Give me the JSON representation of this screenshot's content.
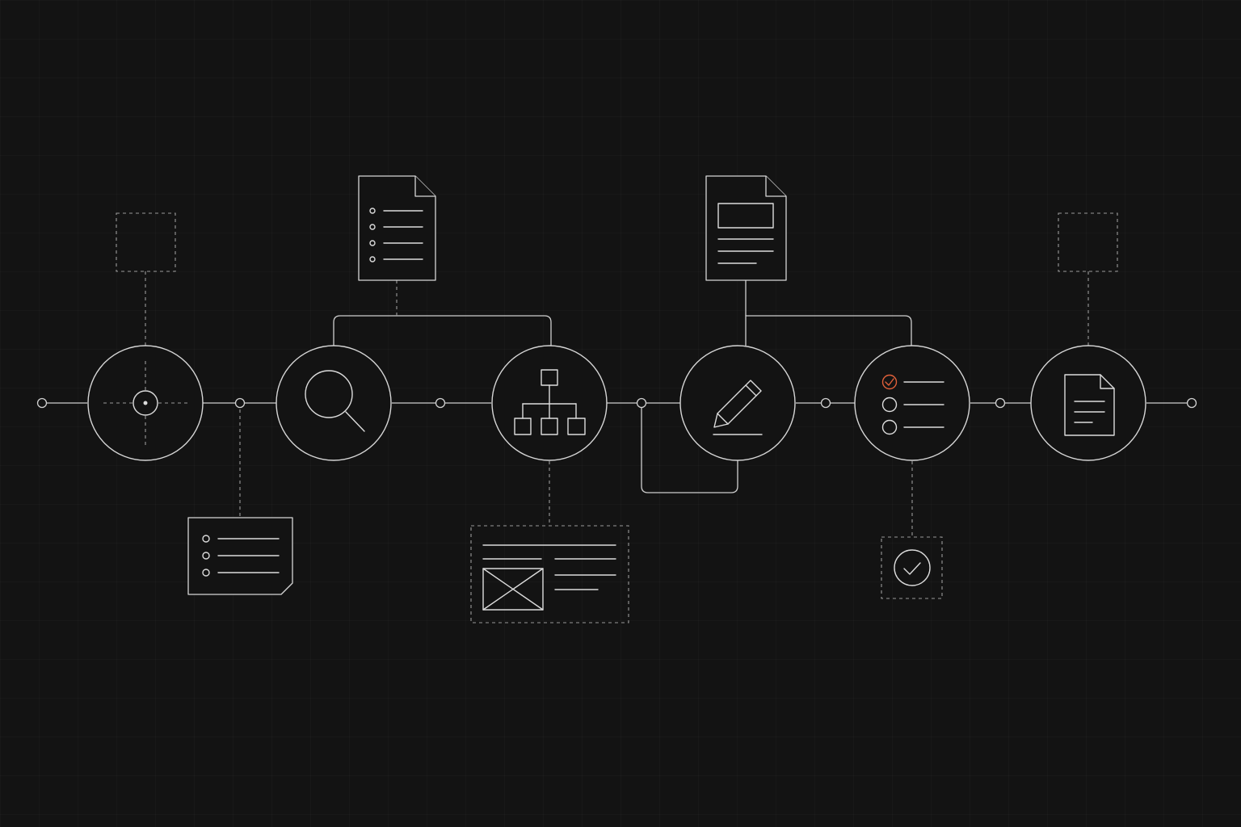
{
  "diagram": {
    "type": "process-flow",
    "stages": [
      {
        "id": "target",
        "icon": "target-icon"
      },
      {
        "id": "search",
        "icon": "magnifier-icon"
      },
      {
        "id": "structure",
        "icon": "hierarchy-icon"
      },
      {
        "id": "edit",
        "icon": "pencil-icon"
      },
      {
        "id": "checklist",
        "icon": "checklist-icon"
      },
      {
        "id": "document",
        "icon": "document-icon"
      }
    ],
    "colors": {
      "background": "#131313",
      "line": "#d6d6d6",
      "accent": "#e0603a"
    }
  }
}
